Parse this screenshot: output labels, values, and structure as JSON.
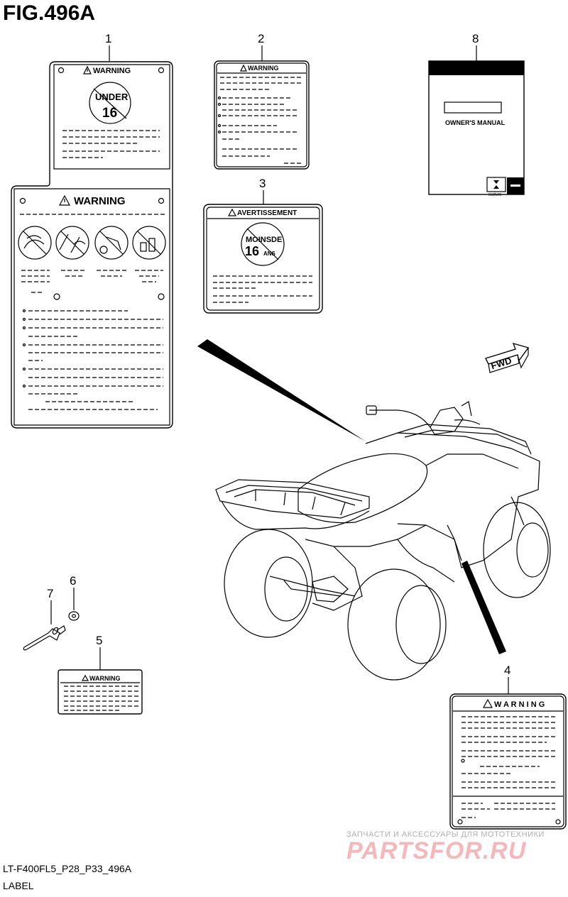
{
  "figure": {
    "title": "FIG.496A",
    "code": "LT-F400FL5_P28_P33_496A",
    "section": "LABEL"
  },
  "callouts": [
    "1",
    "2",
    "3",
    "4",
    "5",
    "6",
    "7",
    "8"
  ],
  "labels": {
    "warning": "WARNING",
    "warning_spaced": "W A R N I N G",
    "avertissement": "AVERTISSEMENT",
    "under": "UNDER",
    "sixteen": "16",
    "moinsde": "MOINSDE",
    "ans": "ANS",
    "owners_manual": "OWNER'S MANUAL",
    "suzuki": "SUZUKI",
    "fwd": "FWD"
  },
  "watermark": {
    "line1": "ЗАПЧАСТИ И АКСЕССУАРЫ ДЛЯ МОТОТЕХНИКИ",
    "line2": "PARTSFOR.RU"
  },
  "icons": [
    "warning-triangle-icon",
    "no-under-16-icon",
    "no-passenger-icon",
    "no-road-icon",
    "no-alcohol-icon",
    "suzuki-logo-icon",
    "fwd-arrow-icon"
  ]
}
